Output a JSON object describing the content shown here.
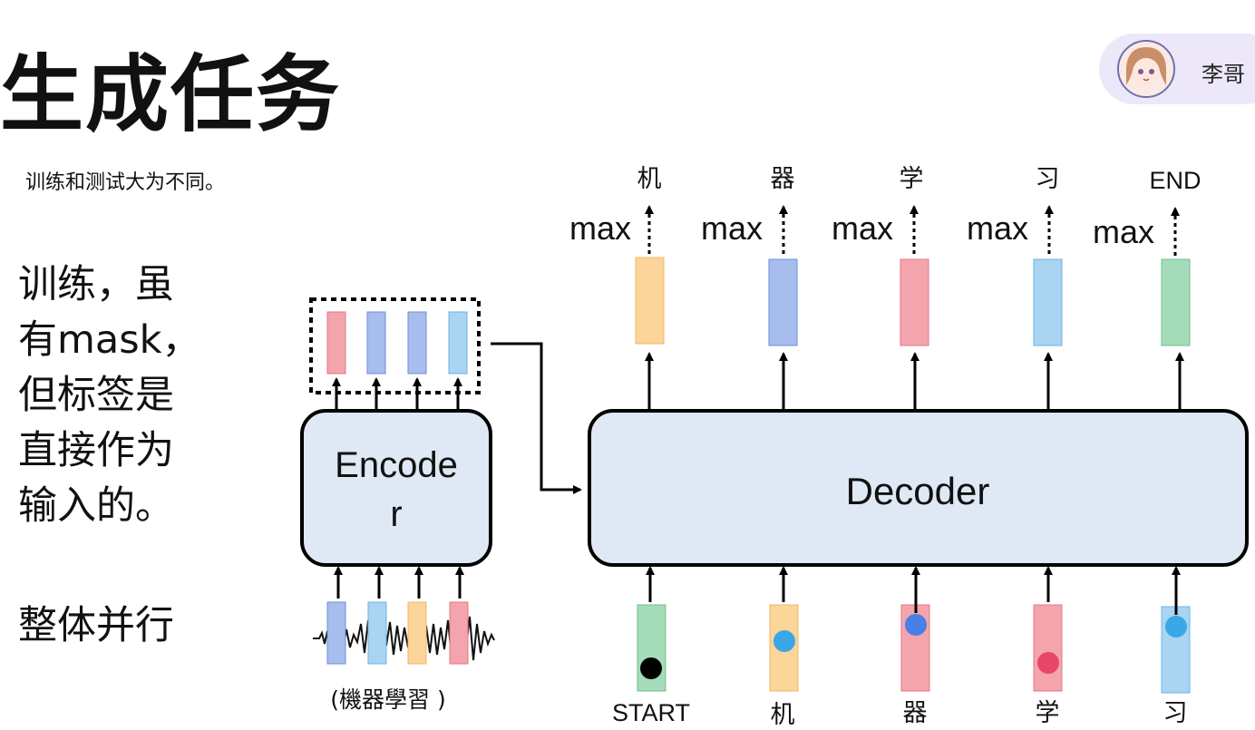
{
  "slide": {
    "title": "生成任务",
    "user_name": "李哥",
    "note": "训练和测试大为不同。",
    "side_lines": [
      "训练，虽",
      "有mask，",
      "但标签是",
      "直接作为",
      "输入的。"
    ],
    "parallel": "整体并行"
  },
  "diagram": {
    "encoder_label_line1": "Encode",
    "encoder_label_line2": "r",
    "decoder_label": "Decoder",
    "input_caption": "(機器學習 )",
    "max_label": "max",
    "outputs": [
      "机",
      "器",
      "学",
      "习",
      "END"
    ],
    "decoder_inputs": [
      "START",
      "机",
      "器",
      "学",
      "习"
    ],
    "colors": {
      "block_fill": "#dfe9f5",
      "orange": "#fbd59a",
      "blue": "#a6bdee",
      "red": "#f3a4ad",
      "lightblue": "#a9d4f2",
      "green": "#a4dcba"
    }
  }
}
